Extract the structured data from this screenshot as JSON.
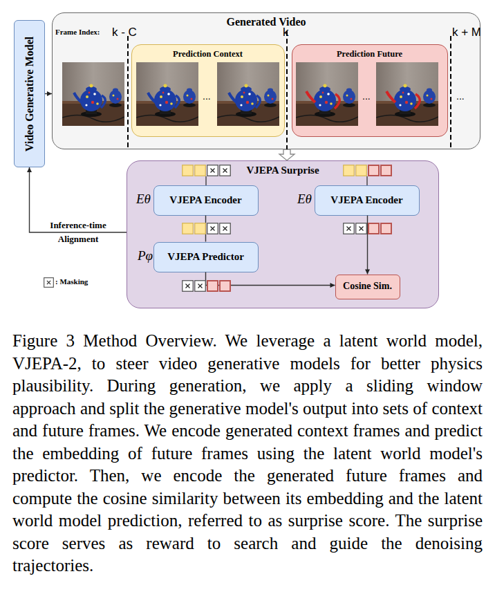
{
  "diagram": {
    "caption": "Figure 3 Method Overview. We leverage a latent world model, VJEPA-2, to steer video generative models for better physics plausibility. During generation, we apply a sliding window approach and split the generative model's output into sets of context and future frames. We encode generated context frames and predict the embedding of future frames using the latent world model's predictor. Then, we encode the generated future frames and compute the cosine similarity between its embedding and the latent world model prediction, referred to as surprise score. The surprise score serves as reward to search and guide the denoising trajectories.",
    "nodes": [
      {
        "text": [
          "Video Generative Model"
        ]
      },
      {
        "text": [
          "Generated Video"
        ]
      },
      {
        "text": [
          "Prediction Context"
        ],
        "in": 1
      },
      {
        "text": [
          "Prediction Future"
        ],
        "in": 1
      },
      {
        "text": [
          "VJEPA Surprise"
        ]
      },
      {
        "text": [
          "VJEPA Encoder"
        ],
        "in": 4
      },
      {
        "text": [
          "VJEPA Predictor"
        ],
        "in": 4
      },
      {
        "text": [
          "VJEPA Encoder"
        ],
        "in": 4
      },
      {
        "text": [
          "Cosine Sim."
        ],
        "in": 4
      }
    ],
    "edges": [
      {
        "from": 0,
        "to": 1,
        "arrow": "to"
      },
      {
        "from": 1,
        "to": 4,
        "arrow": "to"
      },
      {
        "from": 5,
        "to": 6,
        "arrow": "none"
      },
      {
        "from": 6,
        "to": 8,
        "arrow": "to"
      },
      {
        "from": 7,
        "to": 8,
        "arrow": "to"
      },
      {
        "from": 4,
        "to": 0,
        "label": "Inference-time Alignment",
        "arrow": "to"
      }
    ],
    "labels": [
      "Frame Index:",
      "k - C",
      "k",
      "k + M",
      "...",
      "...",
      "...",
      "Eθ",
      "Pφ",
      "Eθ"
    ],
    "legend": [
      {
        "text": ": Masking"
      }
    ]
  }
}
